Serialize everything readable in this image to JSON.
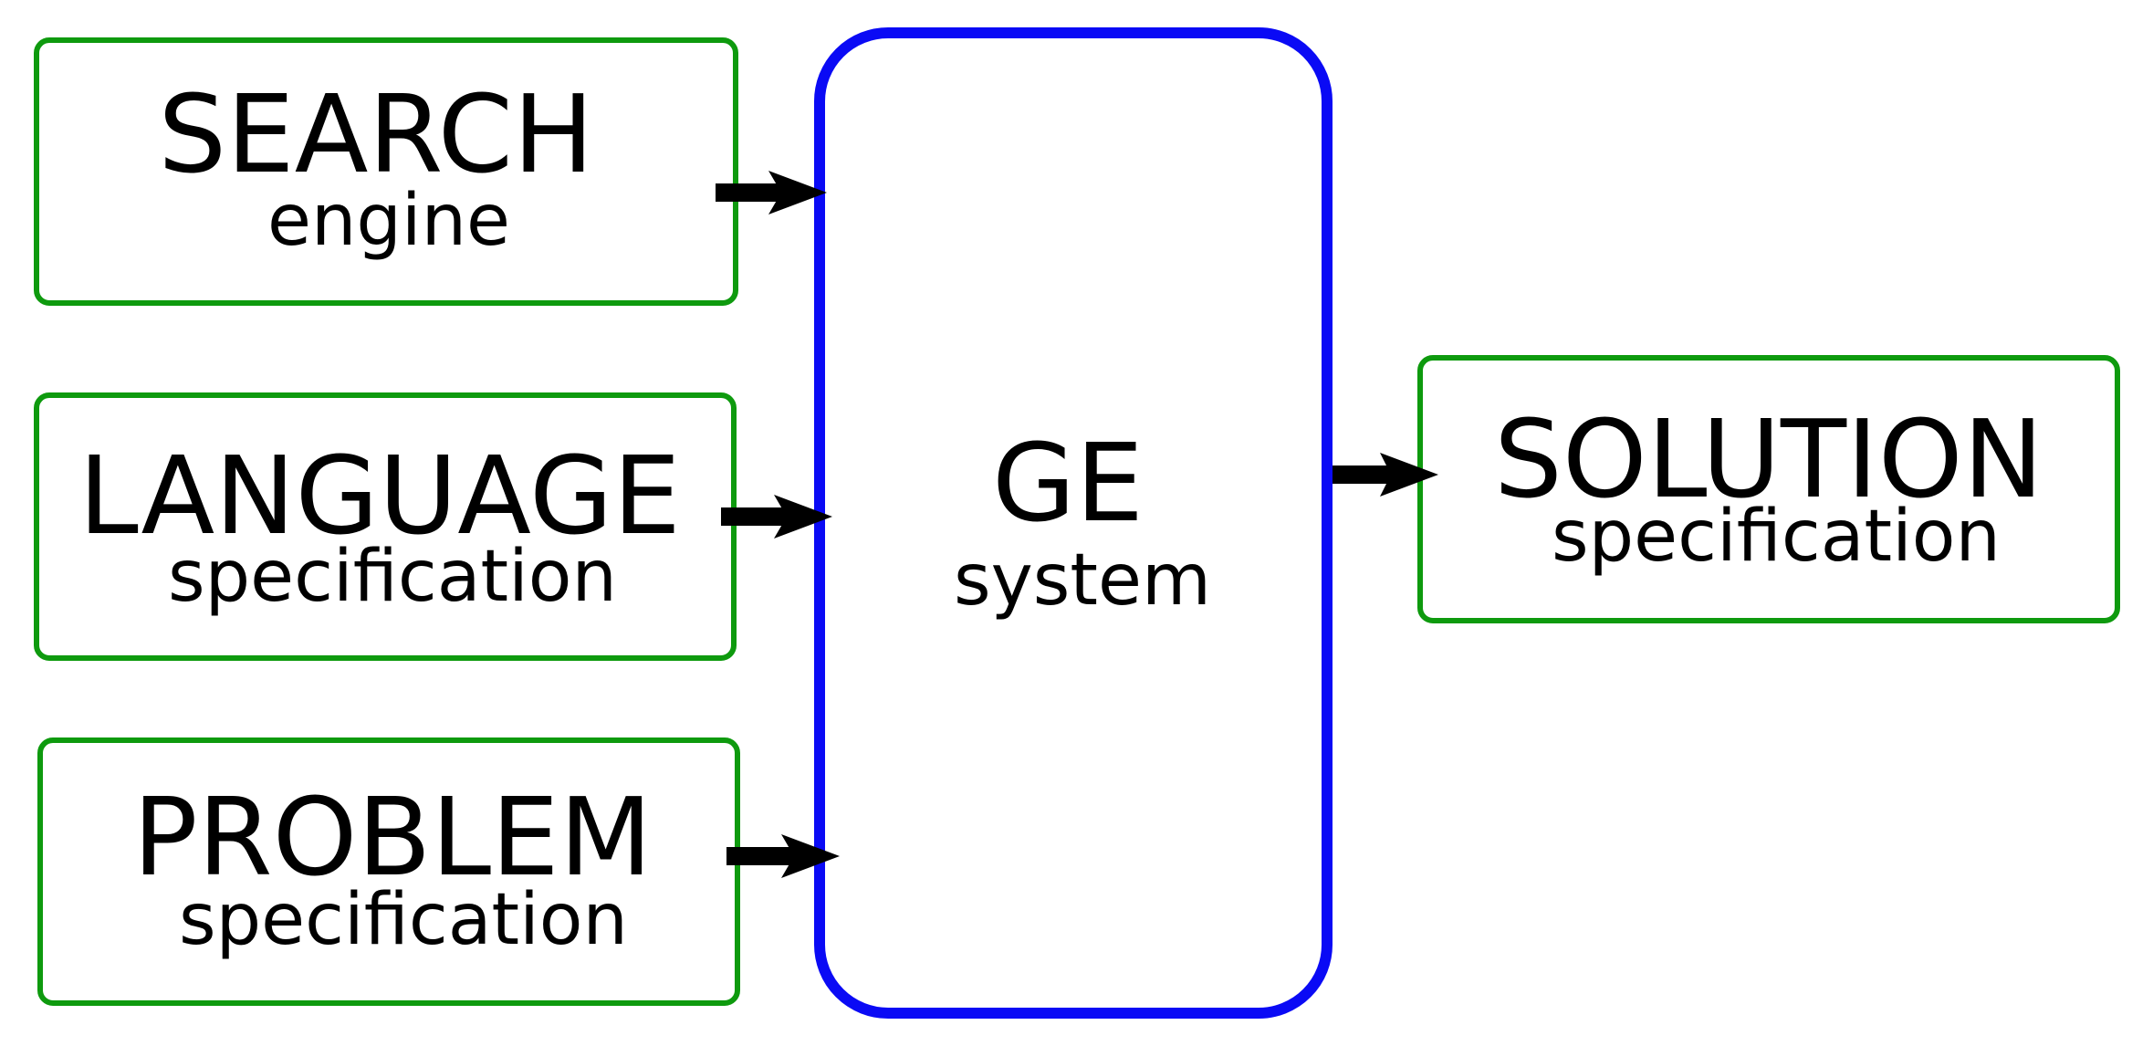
{
  "nodes": {
    "search": {
      "title": "SEARCH",
      "subtitle": "engine"
    },
    "language": {
      "title": "LANGUAGE",
      "subtitle": "specification"
    },
    "problem": {
      "title": "PROBLEM",
      "subtitle": "specification"
    },
    "ge": {
      "title": "GE",
      "subtitle": "system"
    },
    "solution": {
      "title": "SOLUTION",
      "subtitle": "specification"
    }
  },
  "edges": [
    {
      "from": "search",
      "to": "ge"
    },
    {
      "from": "language",
      "to": "ge"
    },
    {
      "from": "problem",
      "to": "ge"
    },
    {
      "from": "ge",
      "to": "solution"
    }
  ],
  "colors": {
    "input_border": "#0e9a0e",
    "system_border": "#0a0af5",
    "arrow": "#000000",
    "text": "#000000"
  }
}
